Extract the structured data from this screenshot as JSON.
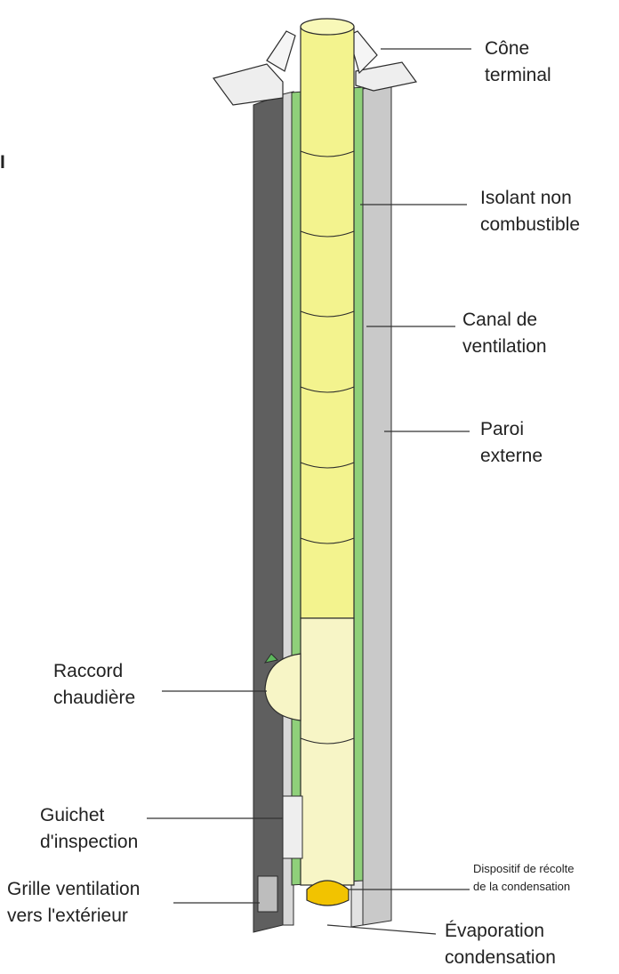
{
  "labels": {
    "cone_terminal": [
      "Cône",
      "terminal"
    ],
    "isolant": [
      "Isolant non",
      "combustible"
    ],
    "canal": [
      "Canal de",
      "ventilation"
    ],
    "paroi": [
      "Paroi",
      "externe"
    ],
    "raccord": [
      "Raccord",
      "chaudière"
    ],
    "guichet": [
      "Guichet",
      "d'inspection"
    ],
    "grille": [
      "Grille ventilation",
      "vers l'extérieur"
    ],
    "dispositif": [
      "Dispositif de récolte",
      "de la condensation"
    ],
    "evaporation": [
      "Évaporation",
      "condensation"
    ],
    "edge_mark": "I"
  },
  "colors": {
    "flue_yellow": "#f3f38e",
    "flue_pale": "#f7f5c6",
    "insulation_green": "#8fd07a",
    "wall_dark": "#5f5f5f",
    "wall_light": "#c9c9c9",
    "outline": "#2b2b2b"
  }
}
